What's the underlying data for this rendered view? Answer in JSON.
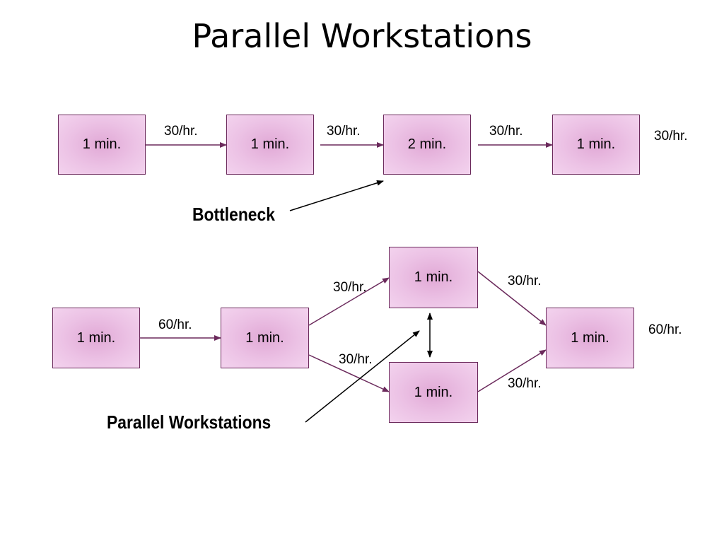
{
  "title": "Parallel Workstations",
  "top_line": {
    "stations": [
      "1 min.",
      "1 min.",
      "2 min.",
      "1 min."
    ],
    "rates": [
      "30/hr.",
      "30/hr.",
      "30/hr.",
      "30/hr."
    ]
  },
  "bottom_line": {
    "stations": [
      "1 min.",
      "1 min.",
      "1 min.",
      "1 min.",
      "1 min."
    ],
    "rates": [
      "60/hr.",
      "30/hr.",
      "30/hr.",
      "30/hr.",
      "30/hr.",
      "60/hr."
    ]
  },
  "callouts": {
    "bottleneck": "Bottleneck",
    "parallel": "Parallel Workstations"
  },
  "colors": {
    "box_fill": "#ecc2e5",
    "box_border": "#6b2a5c",
    "flow_arrow": "#6b2a5c",
    "callout_arrow": "#000000"
  }
}
